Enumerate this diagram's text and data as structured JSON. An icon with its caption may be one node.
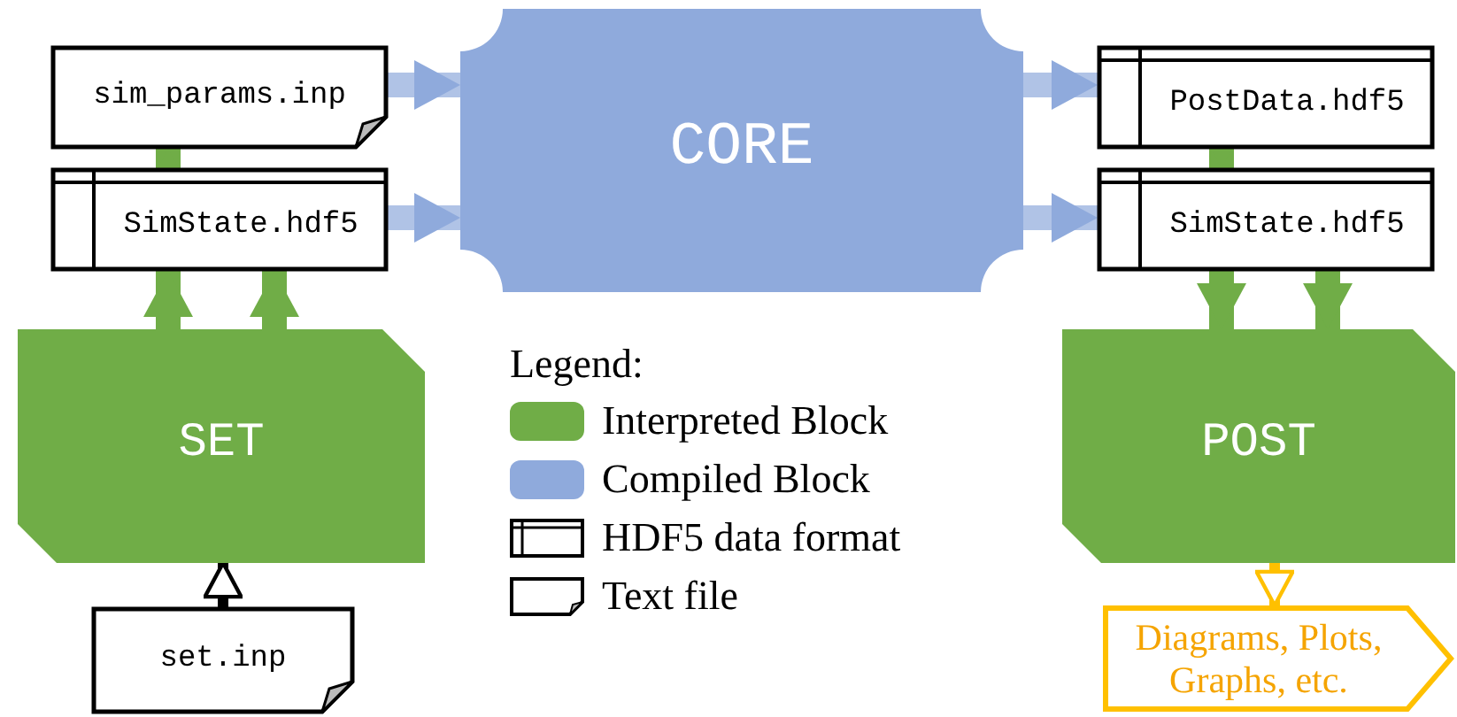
{
  "diagram": {
    "nodes": [
      {
        "text": [
          "sim_params.inp"
        ]
      },
      {
        "text": [
          "SimState.hdf5"
        ]
      },
      {
        "text": [
          "CORE"
        ]
      },
      {
        "text": [
          "PostData.hdf5"
        ]
      },
      {
        "text": [
          "SimState.hdf5"
        ]
      },
      {
        "text": [
          "SET"
        ]
      },
      {
        "text": [
          "POST"
        ]
      },
      {
        "text": [
          "set.inp"
        ]
      },
      {
        "text": [
          "Diagrams, Plots, Graphs, etc."
        ]
      }
    ],
    "edges": [
      {
        "from": 0,
        "to": 2,
        "arrow": "to",
        "color": "#8faadc"
      },
      {
        "from": 1,
        "to": 2,
        "arrow": "to",
        "color": "#8faadc"
      },
      {
        "from": 2,
        "to": 3,
        "arrow": "to",
        "color": "#8faadc"
      },
      {
        "from": 2,
        "to": 4,
        "arrow": "to",
        "color": "#8faadc"
      },
      {
        "from": 5,
        "to": 1,
        "arrow": "to"
      },
      {
        "from": 5,
        "to": 1,
        "arrow": "to"
      },
      {
        "from": 1,
        "to": 0,
        "arrow": "to"
      },
      {
        "from": 3,
        "to": 4,
        "arrow": "to"
      },
      {
        "from": 4,
        "to": 6,
        "arrow": "to"
      },
      {
        "from": 4,
        "to": 6,
        "arrow": "to"
      },
      {
        "from": 7,
        "to": 5,
        "arrow": "to",
        "color": "#000000"
      },
      {
        "from": 6,
        "to": 8,
        "arrow": "to",
        "color": "#ffc000"
      }
    ],
    "labels": [
      "Legend:"
    ],
    "legend": [
      {
        "text": "Interpreted Block",
        "color": "#70ad47"
      },
      {
        "text": "Compiled Block",
        "color": "#8faadc"
      },
      {
        "text": "HDF5 data format"
      },
      {
        "text": "Text file"
      }
    ]
  }
}
